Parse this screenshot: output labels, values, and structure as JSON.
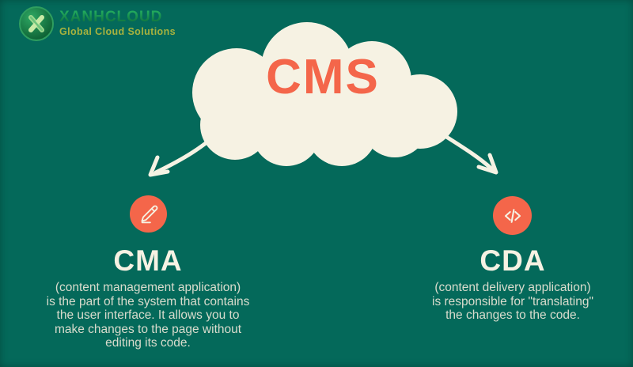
{
  "colors": {
    "background": "#04695A",
    "cream": "#F6F2E3",
    "accent_orange": "#F4664A",
    "description_text": "#D9DCCD",
    "brand_green": "#1D9C55",
    "tagline_olive": "#A8B23E"
  },
  "logo": {
    "icon": "xanhcloud-x-logo",
    "brand": "XANHCLOUD",
    "tagline": "Global Cloud Solutions"
  },
  "cloud": {
    "title": "CMS"
  },
  "cma": {
    "icon": "pencil-icon",
    "heading": "CMA",
    "description_lines": [
      "(content management application)",
      "is the part of the system that contains",
      "the user interface. It allows you to",
      "make changes to the page without",
      "editing its code."
    ]
  },
  "cda": {
    "icon": "code-icon",
    "heading": "CDA",
    "description_lines": [
      "(content delivery application)",
      "is responsible for \"translating\"",
      "the changes to the code."
    ]
  }
}
